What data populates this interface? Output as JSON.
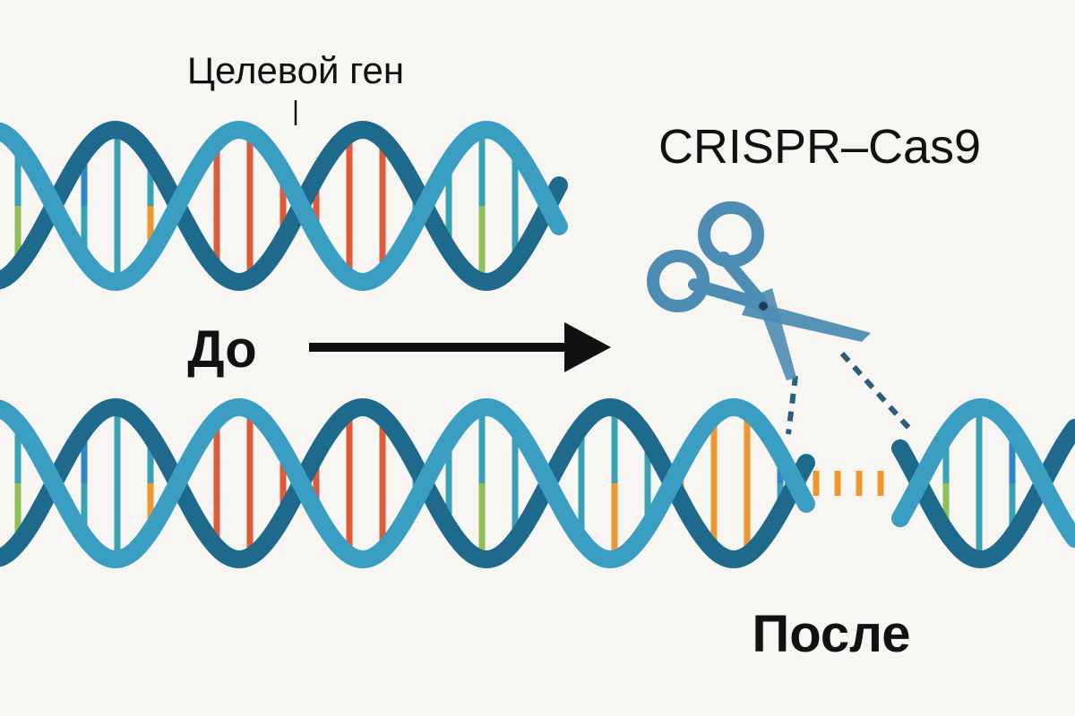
{
  "labels": {
    "target_gene": "Целевой ген",
    "tool": "CRISPR–Cas9",
    "before": "До",
    "after": "После"
  },
  "colors": {
    "background": "#f7f6f2",
    "strand_front": "#3a9ec2",
    "strand_back": "#1e6a8c",
    "target_segment": "#e0593a",
    "inserted_segment": "#f0962e",
    "base_teal": "#3aa1b4",
    "base_green": "#8fbf55",
    "base_blue": "#2f87c7",
    "base_orange": "#f0962e",
    "scissors": "#4d8db3",
    "arrow": "#111111"
  },
  "icons": [
    "scissors-icon",
    "arrow-right-icon"
  ]
}
